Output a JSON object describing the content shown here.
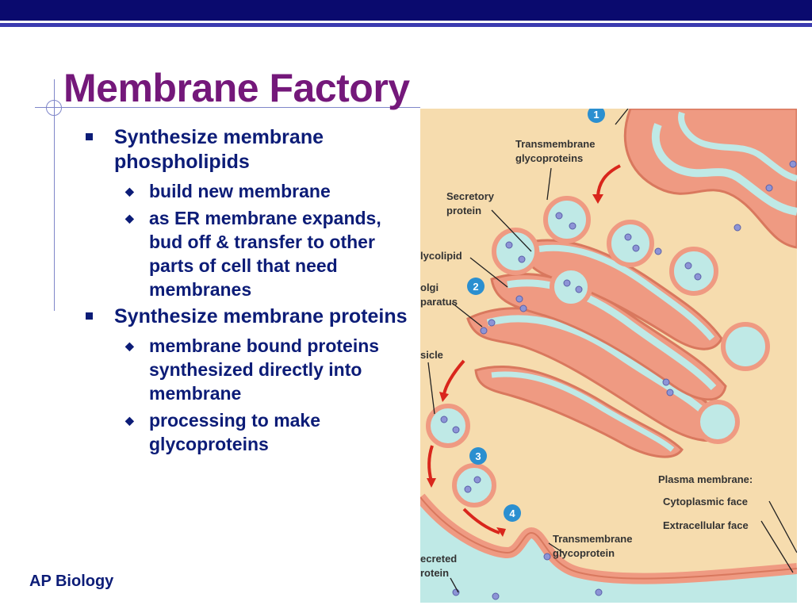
{
  "title": "Membrane Factory",
  "bullets": [
    {
      "text": "Synthesize membrane phospholipids",
      "sub": [
        "build new membrane",
        "as ER membrane expands, bud off & transfer to other parts of cell that need membranes"
      ]
    },
    {
      "text": "Synthesize membrane proteins",
      "sub": [
        "membrane bound proteins synthesized directly into membrane",
        "processing to make glycoproteins"
      ]
    }
  ],
  "footer": "AP Biology",
  "figure": {
    "labels": {
      "transmembrane_glycoproteins": [
        "Transmembrane",
        "glycoproteins"
      ],
      "secretory_protein": [
        "Secretory",
        "protein"
      ],
      "glycolipid": "lycolipid",
      "golgi_apparatus": [
        "olgi",
        "paratus"
      ],
      "vesicle": "sicle",
      "plasma_membrane": "Plasma membrane:",
      "cytoplasmic_face": "Cytoplasmic face",
      "extracellular_face": "Extracellular face",
      "transmembrane_glycoprotein": [
        "Transmembrane",
        "glycoprotein"
      ],
      "secreted_protein": [
        "ecreted",
        "rotein"
      ]
    },
    "steps": [
      "1",
      "2",
      "3",
      "4"
    ]
  },
  "colors": {
    "title": "#74187a",
    "text": "#0c1c77",
    "topbar": "#0a0a6e",
    "membrane": "#ef9a82",
    "lumen": "#bfe9e6",
    "cytoplasm": "#f6dcae",
    "arrow": "#d9261c",
    "step_badge": "#2b8fd0"
  }
}
